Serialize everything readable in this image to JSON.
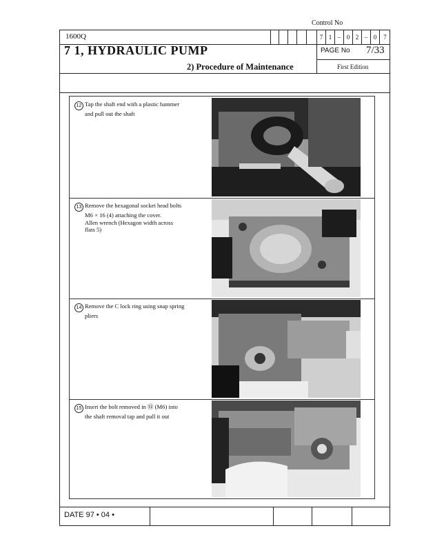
{
  "header": {
    "control_no_label": "Control No",
    "model": "1600Q",
    "control_digits": [
      "7",
      "1",
      "–",
      "0",
      "2",
      "–",
      "0",
      "7"
    ],
    "title": "7 1,   HYDRAULIC PUMP",
    "subtitle": "2)   Procedure of Maintenance",
    "page_label": "PAGE No",
    "page_number": "7/33",
    "edition": "First Edition"
  },
  "steps": [
    {
      "number": "12",
      "lines": [
        "Tap the shaft end with a plastic hammer",
        "and pull out the shaft"
      ],
      "photo": "photo-pump-shaft-hammer"
    },
    {
      "number": "13",
      "lines": [
        "Remove the hexagonal socket head bolts",
        "M6 × 16 (4) attaching the cover.",
        "Allen wrench (Hexagon width across",
        "flats 5)"
      ],
      "photo": "photo-pump-cover-bolts"
    },
    {
      "number": "14",
      "lines": [
        "Remove the C lock ring using snap spring",
        "pliers"
      ],
      "photo": "photo-c-lock-ring"
    },
    {
      "number": "15",
      "lines": [
        "Insert the bolt removed in ⑬ (M6) into",
        "the shaft removal tap and pull it out"
      ],
      "photo": "photo-shaft-removal-tap"
    }
  ],
  "footer": {
    "date_text": "DATE   97 • 04 •"
  }
}
